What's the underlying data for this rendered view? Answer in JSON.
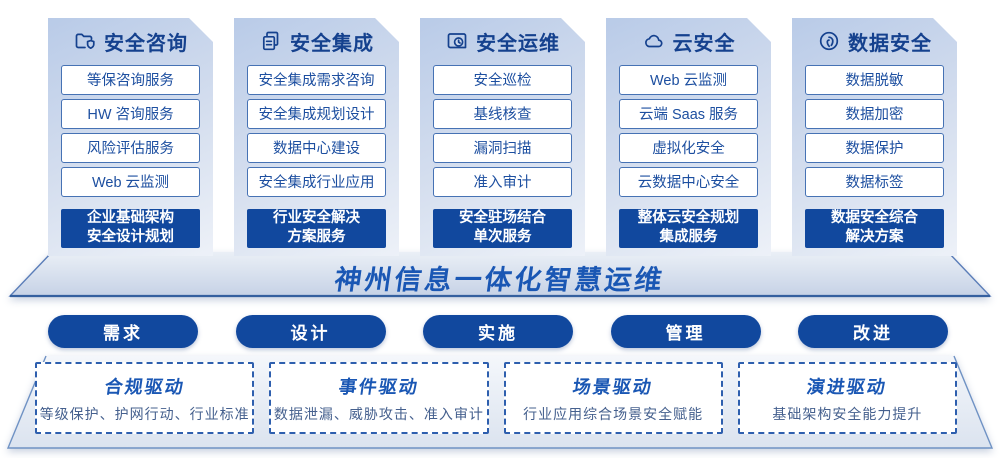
{
  "banner": {
    "title": "神州信息一体化智慧运维"
  },
  "columns": [
    {
      "icon": "folder-shield-icon",
      "title": "安全咨询",
      "items": [
        "等保咨询服务",
        "HW 咨询服务",
        "风险评估服务",
        "Web 云监测"
      ],
      "highlight": "企业基础架构\n安全设计规划"
    },
    {
      "icon": "stacked-docs-icon",
      "title": "安全集成",
      "items": [
        "安全集成需求咨询",
        "安全集成规划设计",
        "数据中心建设",
        "安全集成行业应用"
      ],
      "highlight": "行业安全解决\n方案服务"
    },
    {
      "icon": "folder-clock-icon",
      "title": "安全运维",
      "items": [
        "安全巡检",
        "基线核查",
        "漏洞扫描",
        "准入审计"
      ],
      "highlight": "安全驻场结合\n单次服务"
    },
    {
      "icon": "cloud-icon",
      "title": "云安全",
      "items": [
        "Web 云监测",
        "云端 Saas 服务",
        "虚拟化安全",
        "云数据中心安全"
      ],
      "highlight": "整体云安全规划\n集成服务"
    },
    {
      "icon": "fingerprint-icon",
      "title": "数据安全",
      "items": [
        "数据脱敏",
        "数据加密",
        "数据保护",
        "数据标签"
      ],
      "highlight": "数据安全综合\n解决方案"
    }
  ],
  "process_pills": [
    "需求",
    "设计",
    "实施",
    "管理",
    "改进"
  ],
  "drivers": [
    {
      "title": "合规驱动",
      "desc": "等级保护、护网行动、行业标准"
    },
    {
      "title": "事件驱动",
      "desc": "数据泄漏、威胁攻击、准入审计"
    },
    {
      "title": "场景驱动",
      "desc": "行业应用综合场景安全赋能"
    },
    {
      "title": "演进驱动",
      "desc": "基础架构安全能力提升"
    }
  ],
  "colors": {
    "primary_blue": "#11489e",
    "navy_text": "#15418e",
    "item_border": "#4672b4",
    "item_text": "#1d4fa0",
    "banner_text": "#1a57b4",
    "dashed_border": "#2e5fae",
    "driver_desc": "#45608e"
  }
}
